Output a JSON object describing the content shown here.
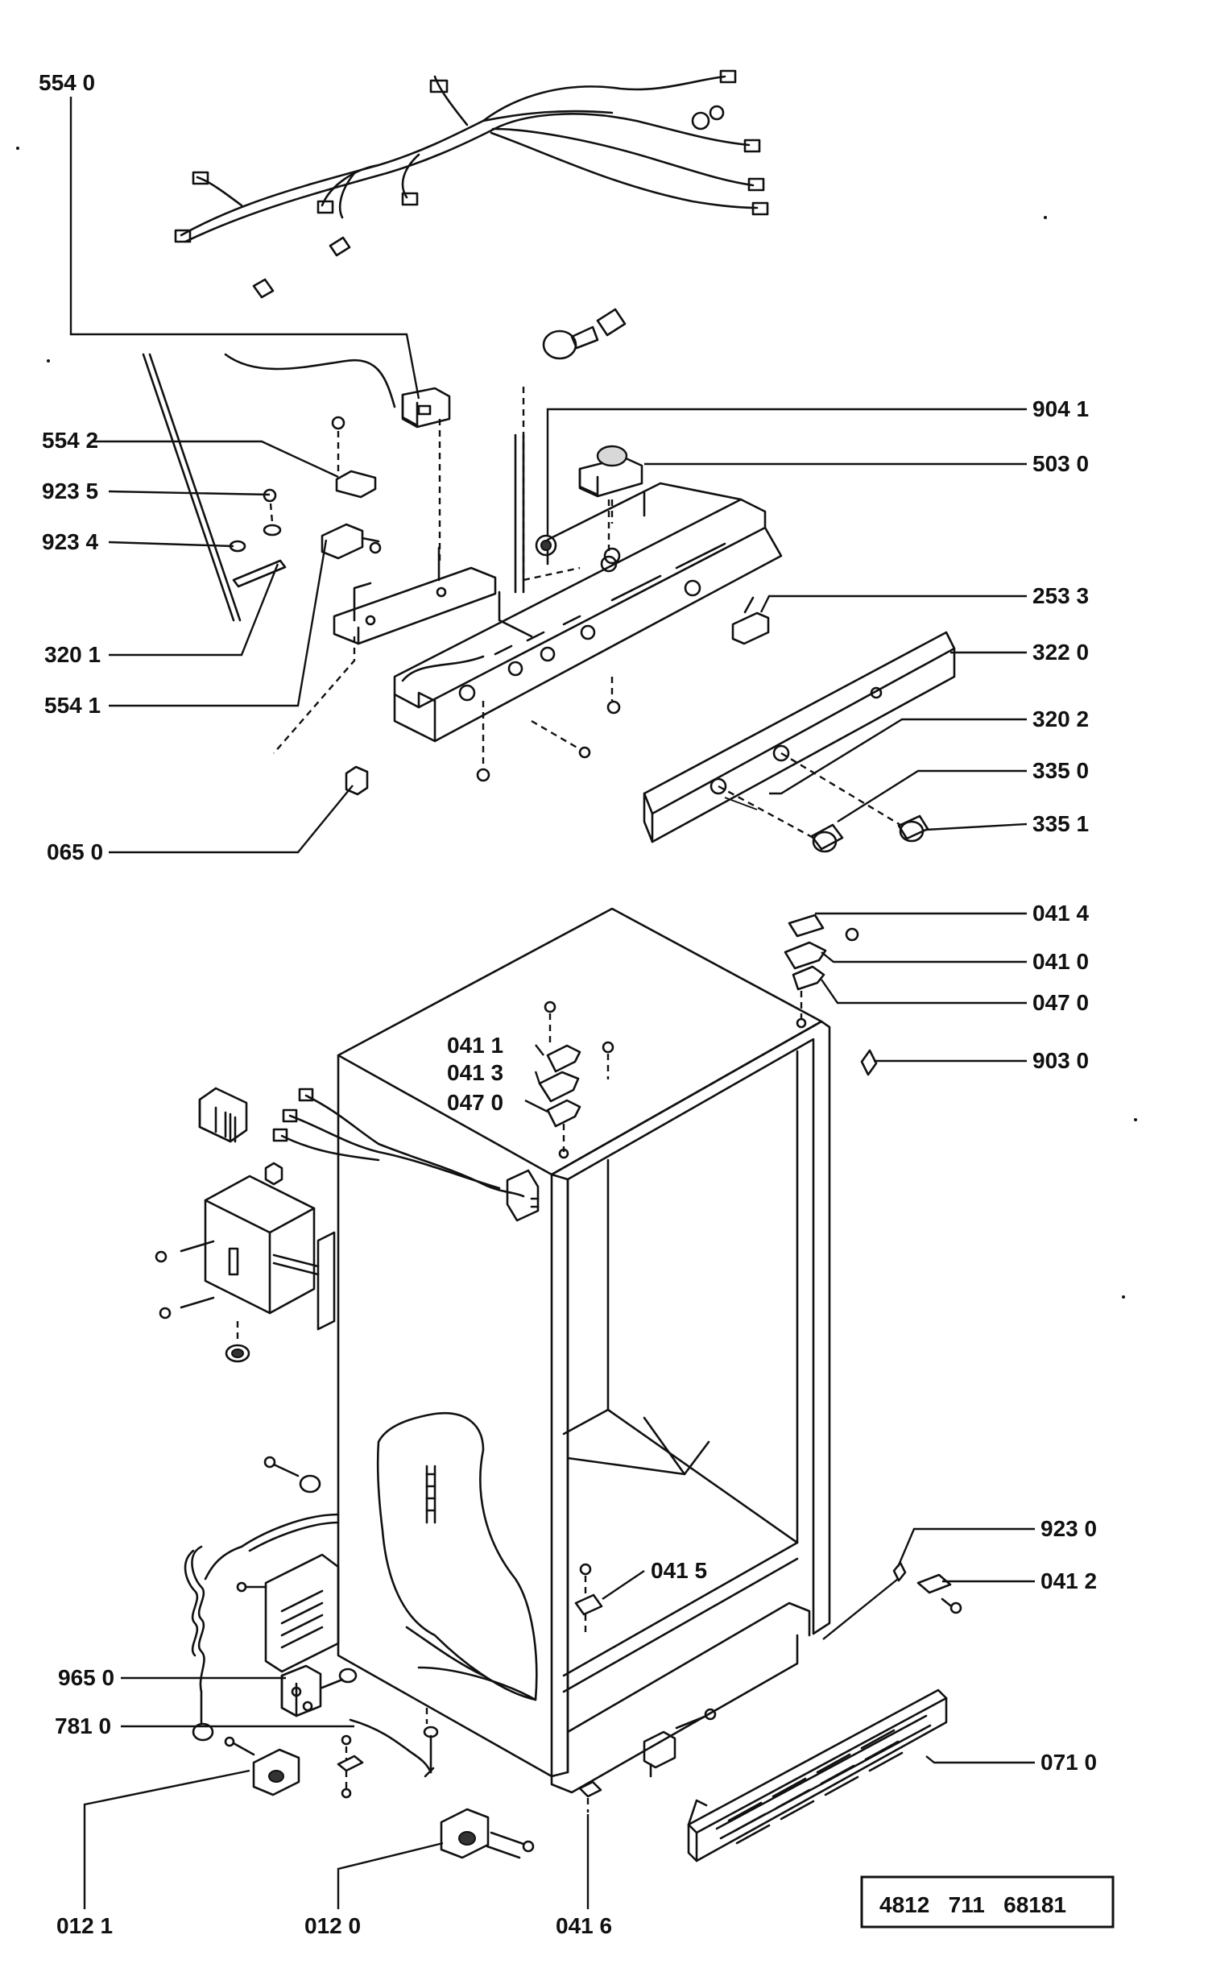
{
  "document_number": "4812   711   68181",
  "callouts": [
    {
      "id": "c-5540",
      "label": "554 0"
    },
    {
      "id": "c-5542",
      "label": "554 2"
    },
    {
      "id": "c-9235",
      "label": "923 5"
    },
    {
      "id": "c-9234",
      "label": "923 4"
    },
    {
      "id": "c-3201",
      "label": "320 1"
    },
    {
      "id": "c-5541",
      "label": "554 1"
    },
    {
      "id": "c-0650",
      "label": "065 0"
    },
    {
      "id": "c-9041",
      "label": "904 1"
    },
    {
      "id": "c-5030",
      "label": "503 0"
    },
    {
      "id": "c-2533",
      "label": "253 3"
    },
    {
      "id": "c-3220",
      "label": "322 0"
    },
    {
      "id": "c-3202",
      "label": "320 2"
    },
    {
      "id": "c-3350",
      "label": "335 0"
    },
    {
      "id": "c-3351",
      "label": "335 1"
    },
    {
      "id": "c-0414",
      "label": "041 4"
    },
    {
      "id": "c-0410",
      "label": "041 0"
    },
    {
      "id": "c-0470b",
      "label": "047 0"
    },
    {
      "id": "c-9030",
      "label": "903 0"
    },
    {
      "id": "c-0411",
      "label": "041 1"
    },
    {
      "id": "c-0413",
      "label": "041 3"
    },
    {
      "id": "c-0470a",
      "label": "047 0"
    },
    {
      "id": "c-9230",
      "label": "923 0"
    },
    {
      "id": "c-0412",
      "label": "041 2"
    },
    {
      "id": "c-0415",
      "label": "041 5"
    },
    {
      "id": "c-9650",
      "label": "965 0"
    },
    {
      "id": "c-7810",
      "label": "781 0"
    },
    {
      "id": "c-0710",
      "label": "071 0"
    },
    {
      "id": "c-0121",
      "label": "012 1"
    },
    {
      "id": "c-0120",
      "label": "012 0"
    },
    {
      "id": "c-0416",
      "label": "041 6"
    }
  ]
}
